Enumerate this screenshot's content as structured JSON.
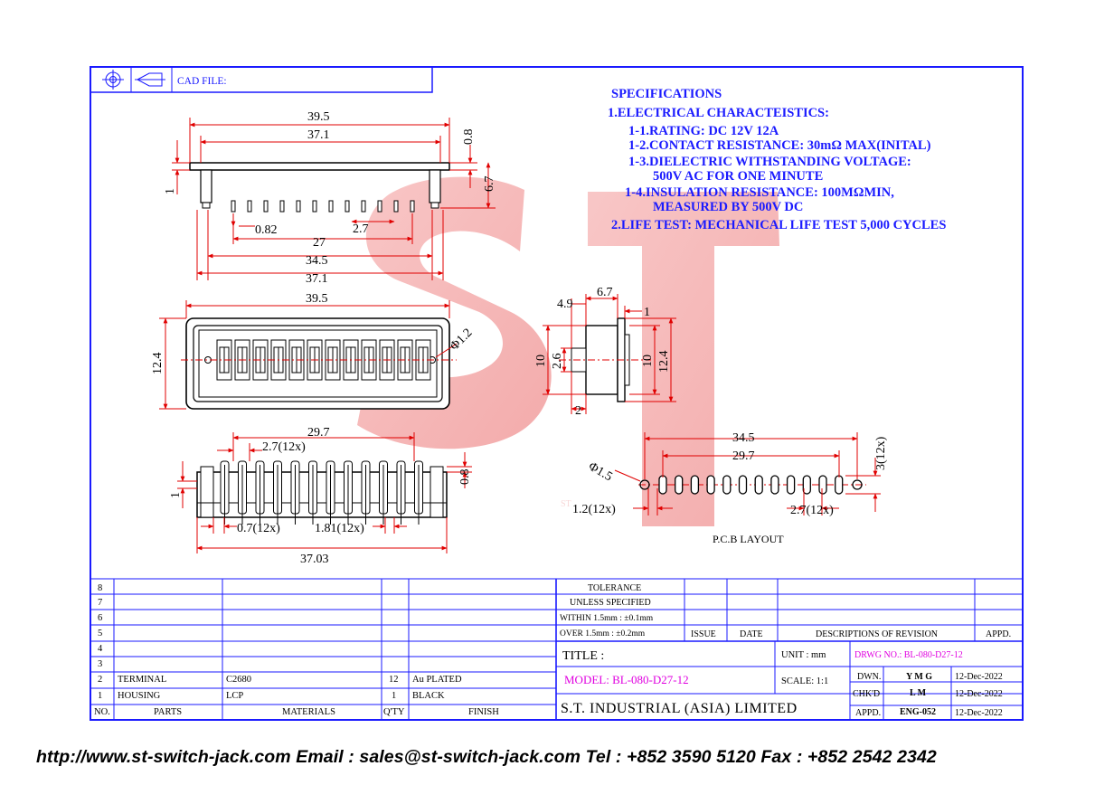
{
  "header": {
    "cad_label": "CAD FILE:"
  },
  "watermark": {
    "letters": "ST"
  },
  "specs": {
    "title": "SPECIFICATIONS",
    "lines": [
      "1.ELECTRICAL  CHARACTEISTICS:",
      "1-1.RATING:  DC  12V  12A",
      "1-2.CONTACT  RESISTANCE:  30mΩ MAX(INITAL)",
      "1-3.DIELECTRIC  WITHSTANDING  VOLTAGE:",
      "500V  AC  FOR  ONE  MINUTE",
      "1-4.INSULATION  RESISTANCE:  100MΩMIN,",
      "MEASURED  BY  500V  DC",
      "2.LIFE  TEST:  MECHANICAL  LIFE  TEST  5,000  CYCLES"
    ]
  },
  "dims": {
    "top": [
      "39.5",
      "37.1",
      "0.8",
      "1",
      "6.7",
      "0.82",
      "2.7",
      "27",
      "34.5",
      "37.1"
    ],
    "mid": [
      "39.5",
      "12.4",
      "Φ1.2"
    ],
    "side": [
      "4.9",
      "6.7",
      "1",
      "10",
      "2.6",
      "10",
      "12.4",
      "2"
    ],
    "bottom": [
      "29.7",
      "2.7(12x)",
      "1",
      "0.8",
      "0.7(12x)",
      "1.81(12x)",
      "37.03"
    ],
    "pcb": [
      "34.5",
      "29.7",
      "3(12x)",
      "Φ1.5",
      "1.2(12x)",
      "2.7(12x)"
    ],
    "pcb_label": "P.C.B LAYOUT"
  },
  "title_block": {
    "row_numbers": [
      "8",
      "7",
      "6",
      "5",
      "4",
      "3",
      "2",
      "1"
    ],
    "parts": [
      {
        "no": "2",
        "part": "TERMINAL",
        "material": "C2680",
        "qty": "12",
        "finish": "Au PLATED"
      },
      {
        "no": "1",
        "part": "HOUSING",
        "material": "LCP",
        "qty": "1",
        "finish": "BLACK"
      }
    ],
    "headers": {
      "no": "NO.",
      "parts": "PARTS",
      "materials": "MATERIALS",
      "qty": "Q'TY",
      "finish": "FINISH"
    },
    "tolerance": [
      "TOLERANCE",
      "UNLESS   SPECIFIED",
      "WITHIN  1.5mm : ±0.1mm",
      "OVER    1.5mm : ±0.2mm"
    ],
    "revision_headers": {
      "issue": "ISSUE",
      "date": "DATE",
      "desc": "DESCRIPTIONS  OF  REVISION",
      "appd": "APPD."
    },
    "title_label": "TITLE :",
    "unit": "UNIT :   mm",
    "drwg_no": "DRWG NO.: BL-080-D27-12",
    "model": "MODEL:  BL-080-D27-12",
    "scale": "SCALE:   1:1",
    "company": "S.T.  INDUSTRIAL  (ASIA)  LIMITED",
    "signoff": [
      {
        "role": "DWN.",
        "name": "Y M G",
        "date": "12-Dec-2022"
      },
      {
        "role": "CHK'D",
        "name": "L M",
        "date": "12-Dec-2022"
      },
      {
        "role": "APPD.",
        "name": "ENG-052",
        "date": "12-Dec-2022"
      }
    ]
  },
  "footer": {
    "line": "http://www.st-switch-jack.com  Email : sales@st-switch-jack.com  Tel : +852 3590 5120  Fax : +852 2542 2342"
  },
  "colors": {
    "frame": "#1a1aff",
    "drawing": "#000000",
    "dim_red": "#e00000",
    "watermark": "#f08080",
    "pink": "#e000e0"
  }
}
